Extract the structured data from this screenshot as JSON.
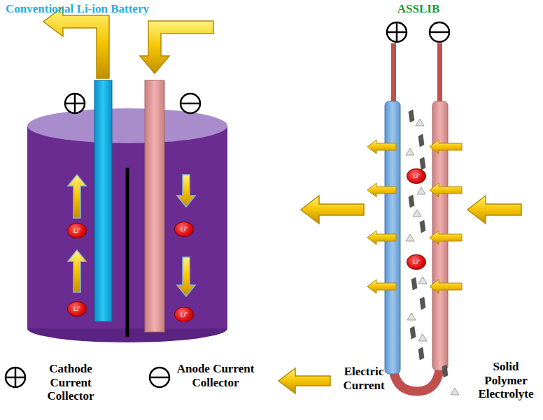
{
  "diagram": {
    "nodes": [
      {
        "text": [
          "Li⁺"
        ]
      },
      {
        "text": [
          "Li⁺"
        ]
      },
      {
        "text": [
          "Li⁺"
        ]
      },
      {
        "text": [
          "Li⁺"
        ]
      },
      {
        "text": [
          "Li⁺"
        ]
      },
      {
        "text": [
          "Li⁺"
        ]
      }
    ],
    "labels": [
      "Conventional Li-ion Battery",
      "ASSLIB"
    ],
    "legend": [
      {
        "text": "Cathode Current Collector"
      },
      {
        "text": "Anode Current Collector"
      },
      {
        "text": "Electric Current"
      },
      {
        "text": "Solid Polymer Electrolyte"
      }
    ]
  }
}
